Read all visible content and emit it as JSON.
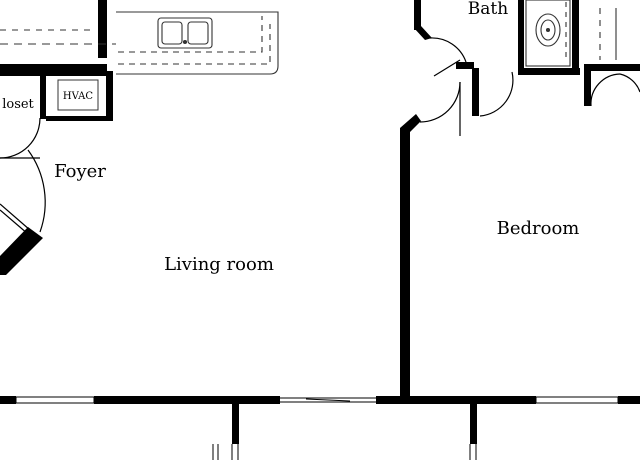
{
  "floor_plan": {
    "rooms": [
      {
        "id": "bath",
        "label": "Bath"
      },
      {
        "id": "closet",
        "label": "loset"
      },
      {
        "id": "hvac",
        "label": "HVAC"
      },
      {
        "id": "foyer",
        "label": "Foyer"
      },
      {
        "id": "bedroom",
        "label": "Bedroom"
      },
      {
        "id": "living",
        "label": "Living room"
      }
    ],
    "colors": {
      "wall": "#000000",
      "fixture": "#333333",
      "background": "#ffffff"
    }
  }
}
